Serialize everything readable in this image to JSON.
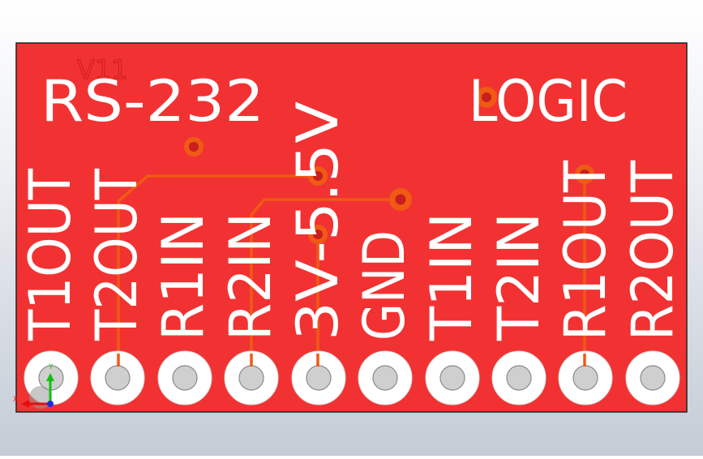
{
  "board": {
    "version_label": "V11",
    "rs232_label": "RS-232",
    "logic_label": "LOGIC",
    "supply_label": "3V-5.5V",
    "colors": {
      "background_top": "#ffffff",
      "background_bottom": "#c4ccd6",
      "pcb": "#f23232",
      "pcb_edge": "#222222",
      "trace": "#f05a14",
      "silkscreen": "#ffffff",
      "pad": "#ffffff",
      "drill": "#cfcfcf",
      "version_text": "#d41e1e"
    }
  },
  "pins": [
    {
      "label": "T1OUT"
    },
    {
      "label": "T2OUT"
    },
    {
      "label": "R1IN"
    },
    {
      "label": "R2IN"
    },
    {
      "label": "3V-5.5V"
    },
    {
      "label": "GND"
    },
    {
      "label": "T1IN"
    },
    {
      "label": "T2IN"
    },
    {
      "label": "R1OUT"
    },
    {
      "label": "R2OUT"
    }
  ],
  "axes_indicator": {
    "x_label": "X",
    "y_label": "Y",
    "x_color": "#e01010",
    "y_color": "#10c010",
    "z_color": "#1a2ee0"
  }
}
